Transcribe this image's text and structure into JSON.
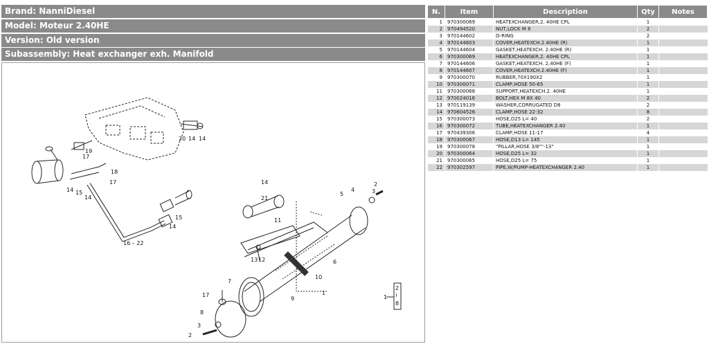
{
  "header": {
    "brand": "Brand: NanniDiesel",
    "model": "Model: Moteur 2.40HE",
    "version": "Version: Old version",
    "subassembly": "Subassembly: Heat exchanger exh. Manifold"
  },
  "table": {
    "columns": [
      "N.",
      "Item",
      "Description",
      "Qty",
      "Notes"
    ],
    "rows": [
      {
        "n": "1",
        "item": "970300069",
        "desc": "HEATEXCHANGER,2. 40HE CPL",
        "qty": "1",
        "notes": ""
      },
      {
        "n": "2",
        "item": "970494520",
        "desc": "NUT,LOCK M 8",
        "qty": "2",
        "notes": ""
      },
      {
        "n": "3",
        "item": "970144602",
        "desc": "O-RING",
        "qty": "2",
        "notes": ""
      },
      {
        "n": "4",
        "item": "970144603",
        "desc": "COVER,HEATEXCH.2.40HE (R)",
        "qty": "1",
        "notes": ""
      },
      {
        "n": "5",
        "item": "970144604",
        "desc": "GASKET,HEATEXCH. 2.40HE (R)",
        "qty": "1",
        "notes": ""
      },
      {
        "n": "6",
        "item": "970300069",
        "desc": "HEATEXCHANGER,2. 40HE CPL",
        "qty": "1",
        "notes": ""
      },
      {
        "n": "7",
        "item": "970144606",
        "desc": "GASKET,HEATEXCH. 2.40HE (F)",
        "qty": "1",
        "notes": ""
      },
      {
        "n": "8",
        "item": "970144607",
        "desc": "COVER,HEATEXCH.2.40HE (F)",
        "qty": "1",
        "notes": ""
      },
      {
        "n": "9",
        "item": "970300070",
        "desc": "RUBBER,70X190X2",
        "qty": "1",
        "notes": ""
      },
      {
        "n": "10",
        "item": "970300071",
        "desc": "CLAMP,HOSE 50-65",
        "qty": "1",
        "notes": ""
      },
      {
        "n": "11",
        "item": "970300068",
        "desc": "SUPPORT,HEATEXCH.2. 40HE",
        "qty": "1",
        "notes": ""
      },
      {
        "n": "12",
        "item": "970024016",
        "desc": "BOLT,HEX M 8X 40",
        "qty": "2",
        "notes": ""
      },
      {
        "n": "13",
        "item": "970119139",
        "desc": "WASHER,CORRUGATED D8",
        "qty": "2",
        "notes": ""
      },
      {
        "n": "14",
        "item": "970604526",
        "desc": "CLAMP,HOSE 22-32",
        "qty": "8",
        "notes": ""
      },
      {
        "n": "15",
        "item": "970300073",
        "desc": "HOSE,D25 L= 40",
        "qty": "2",
        "notes": ""
      },
      {
        "n": "16",
        "item": "970300072",
        "desc": "TUBE,HEATEXCHANGER 2.40",
        "qty": "1",
        "notes": ""
      },
      {
        "n": "17",
        "item": "970439306",
        "desc": "CLAMP,HOSE 11-17",
        "qty": "4",
        "notes": ""
      },
      {
        "n": "18",
        "item": "970300067",
        "desc": "HOSE,D13 L= 145",
        "qty": "1",
        "notes": ""
      },
      {
        "n": "19",
        "item": "970300078",
        "desc": "\"PILLAR,HOSE 3/8\"\"-13\"",
        "qty": "1",
        "notes": ""
      },
      {
        "n": "20",
        "item": "970300064",
        "desc": "HOSE,D25 L= 32",
        "qty": "1",
        "notes": ""
      },
      {
        "n": "21",
        "item": "970300065",
        "desc": "HOSE,D25 L= 75",
        "qty": "1",
        "notes": ""
      },
      {
        "n": "22",
        "item": "970302597",
        "desc": "PIPE,W/PUMP-HEATEXCHANGER 2.40",
        "qty": "1",
        "notes": ""
      }
    ]
  },
  "diagram": {
    "callouts": [
      "1",
      "2",
      "3",
      "4",
      "5",
      "6",
      "7",
      "8",
      "9",
      "10",
      "11",
      "12",
      "13",
      "14",
      "15",
      "16 – 22",
      "17",
      "18",
      "19",
      "20",
      "21",
      "2",
      "3",
      "8"
    ]
  }
}
